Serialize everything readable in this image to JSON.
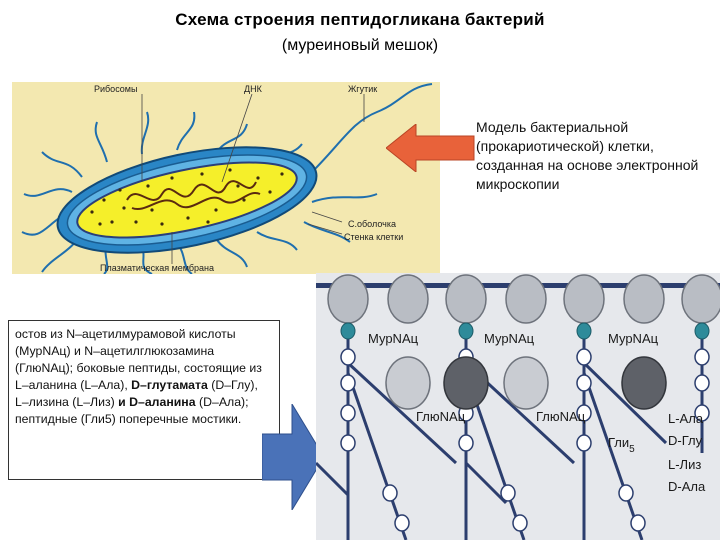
{
  "title": "Схема строения пептидогликана бактерий",
  "subtitle": "(муреиновый мешок)",
  "cell_labels": {
    "ribosomes": "Рибосомы",
    "dna": "ДНК",
    "flagellum": "Жгутик",
    "capsule": "С.оболочка",
    "cell_wall": "Стенка клетки",
    "plasma_membrane": "Плазматическая мембрана"
  },
  "model_text": "Модель бактериальной (прокариотической) клетки, созданная на основе электронной микроскопии",
  "description": {
    "part1": "остов из N–ацетилмурамовой кислоты (МурNAц) и N–ацетилглюкозамина (ГлюNAц); боковые пептиды, состоящие из L–аланина (L–Ала), ",
    "bold1": "D–глутамата",
    "part2": " (D–Глу), L–лизина (L–Лиз) ",
    "bold2": "и D–аланина",
    "part3": " (D–Ала); пептидные (Гли5) поперечные мостики."
  },
  "pg_labels": {
    "murnac": "МурNAц",
    "glcnac": "ГлюNAц",
    "gly5": "Гли",
    "gly5_sub": "5",
    "peptides": [
      "L-Ала",
      "D-Глу",
      "L-Лиз",
      "D-Ала"
    ]
  },
  "colors": {
    "arrow_orange": "#e8623a",
    "arrow_blue": "#4a72b8",
    "cell_blue": "#1f79b8",
    "cytoplasm": "#f5ef2a",
    "sugar_teal": "#2e8b9a"
  }
}
